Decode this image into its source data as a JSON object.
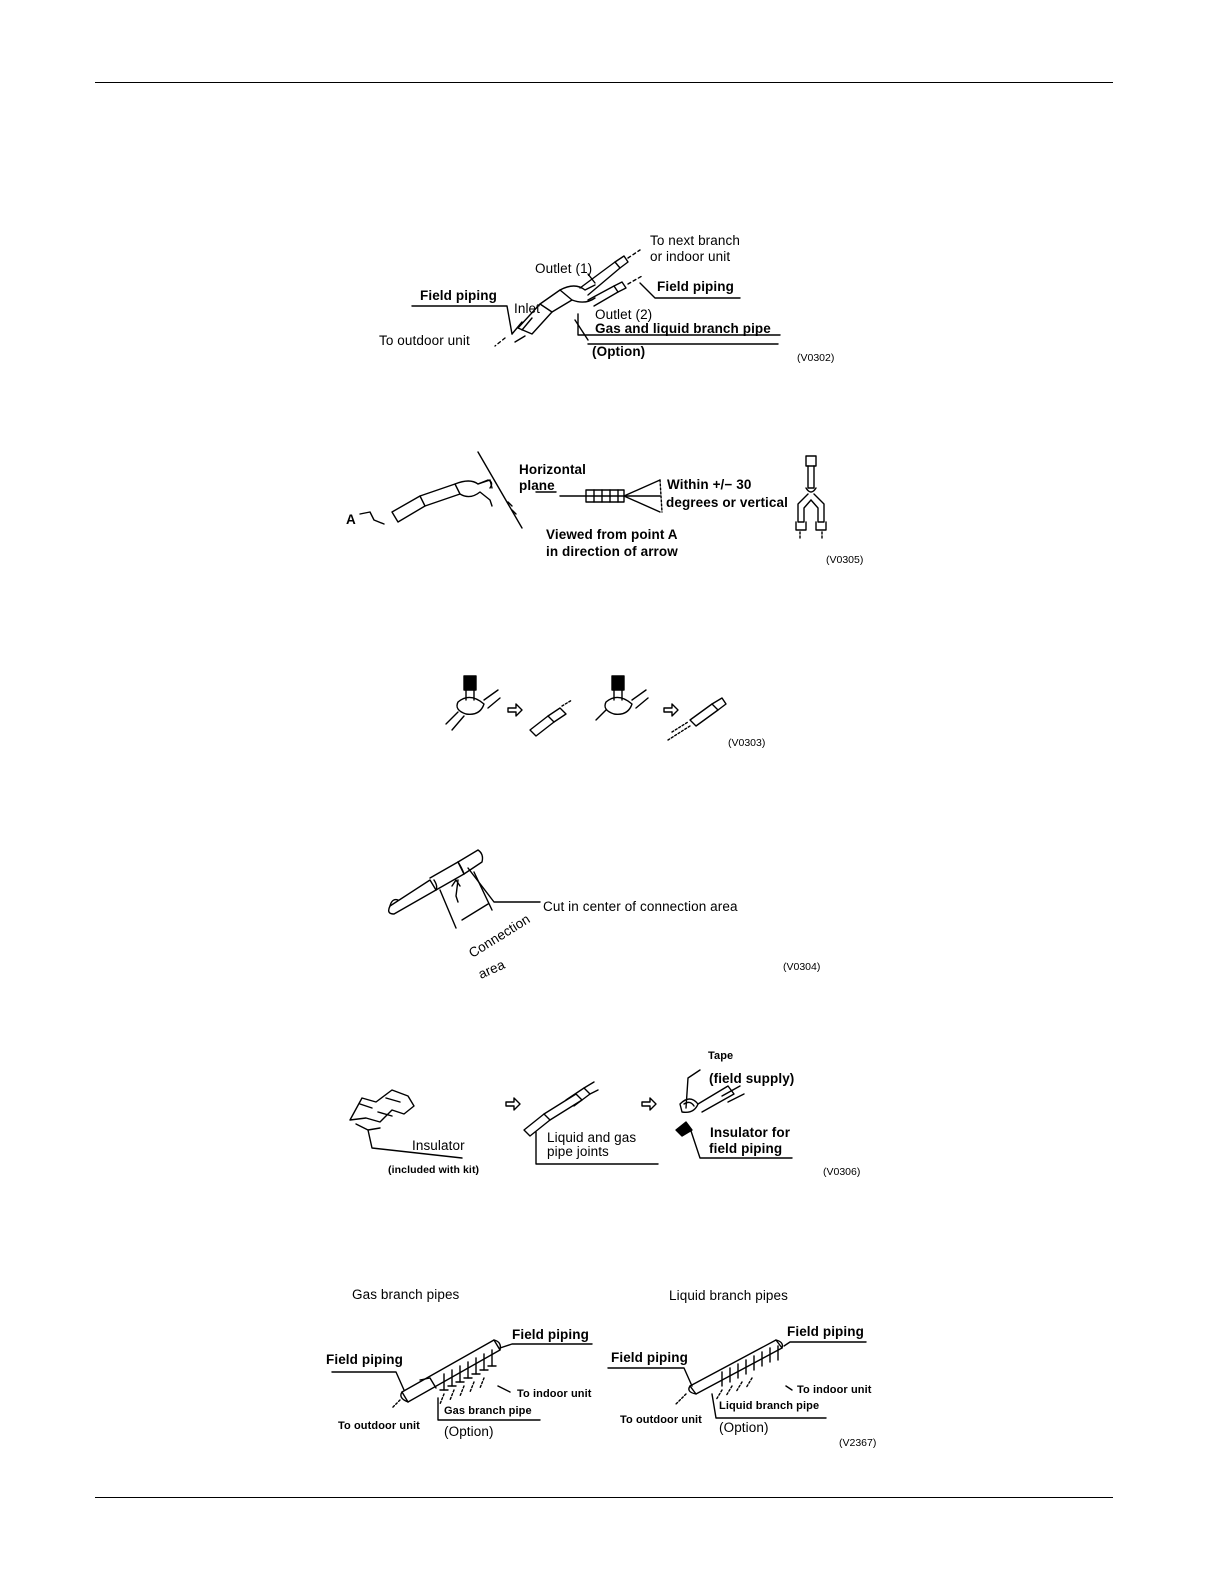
{
  "fig1": {
    "to_next_branch": "To next branch",
    "or_indoor_unit": "or indoor unit",
    "outlet1": "Outlet (1)",
    "field_piping_right": "Field piping",
    "field_piping_left": "Field piping",
    "inlet": "Inlet",
    "outlet2": "Outlet (2)",
    "gas_liquid_branch": "Gas and liquid branch pipe",
    "to_outdoor_unit": "To outdoor unit",
    "option": "(Option)",
    "code": "(V0302)"
  },
  "fig2": {
    "horizontal": "Horizontal",
    "plane": "plane",
    "within": "Within +/− 30",
    "degrees": "degrees or vertical",
    "viewed": "Viewed from point A",
    "direction": "in direction of arrow",
    "point_a": "A",
    "code": "(V0305)"
  },
  "fig3": {
    "code": "(V0303)"
  },
  "fig4": {
    "cut": "Cut in center of connection area",
    "connection": "Connection",
    "area": "area",
    "code": "(V0304)"
  },
  "fig5": {
    "tape": "Tape",
    "field_supply": "(field supply)",
    "insulator": "Insulator",
    "included": "(included with kit)",
    "liquid_gas": "Liquid and gas",
    "pipe_joints": "pipe joints",
    "insulator_for": "Insulator for",
    "field_piping": "field piping",
    "code": "(V0306)"
  },
  "fig6": {
    "gas_title": "Gas branch pipes",
    "liquid_title": "Liquid branch pipes",
    "gas_field_piping_top": "Field piping",
    "gas_field_piping_left": "Field piping",
    "gas_to_indoor": "To indoor unit",
    "gas_branch_pipe": "Gas branch pipe",
    "gas_to_outdoor": "To outdoor unit",
    "gas_option": "(Option)",
    "liq_field_piping_top": "Field piping",
    "liq_field_piping_left": "Field piping",
    "liq_to_indoor": "To indoor unit",
    "liq_branch_pipe": "Liquid branch pipe",
    "liq_to_outdoor": "To outdoor unit",
    "liq_option": "(Option)",
    "code": "(V2367)"
  }
}
